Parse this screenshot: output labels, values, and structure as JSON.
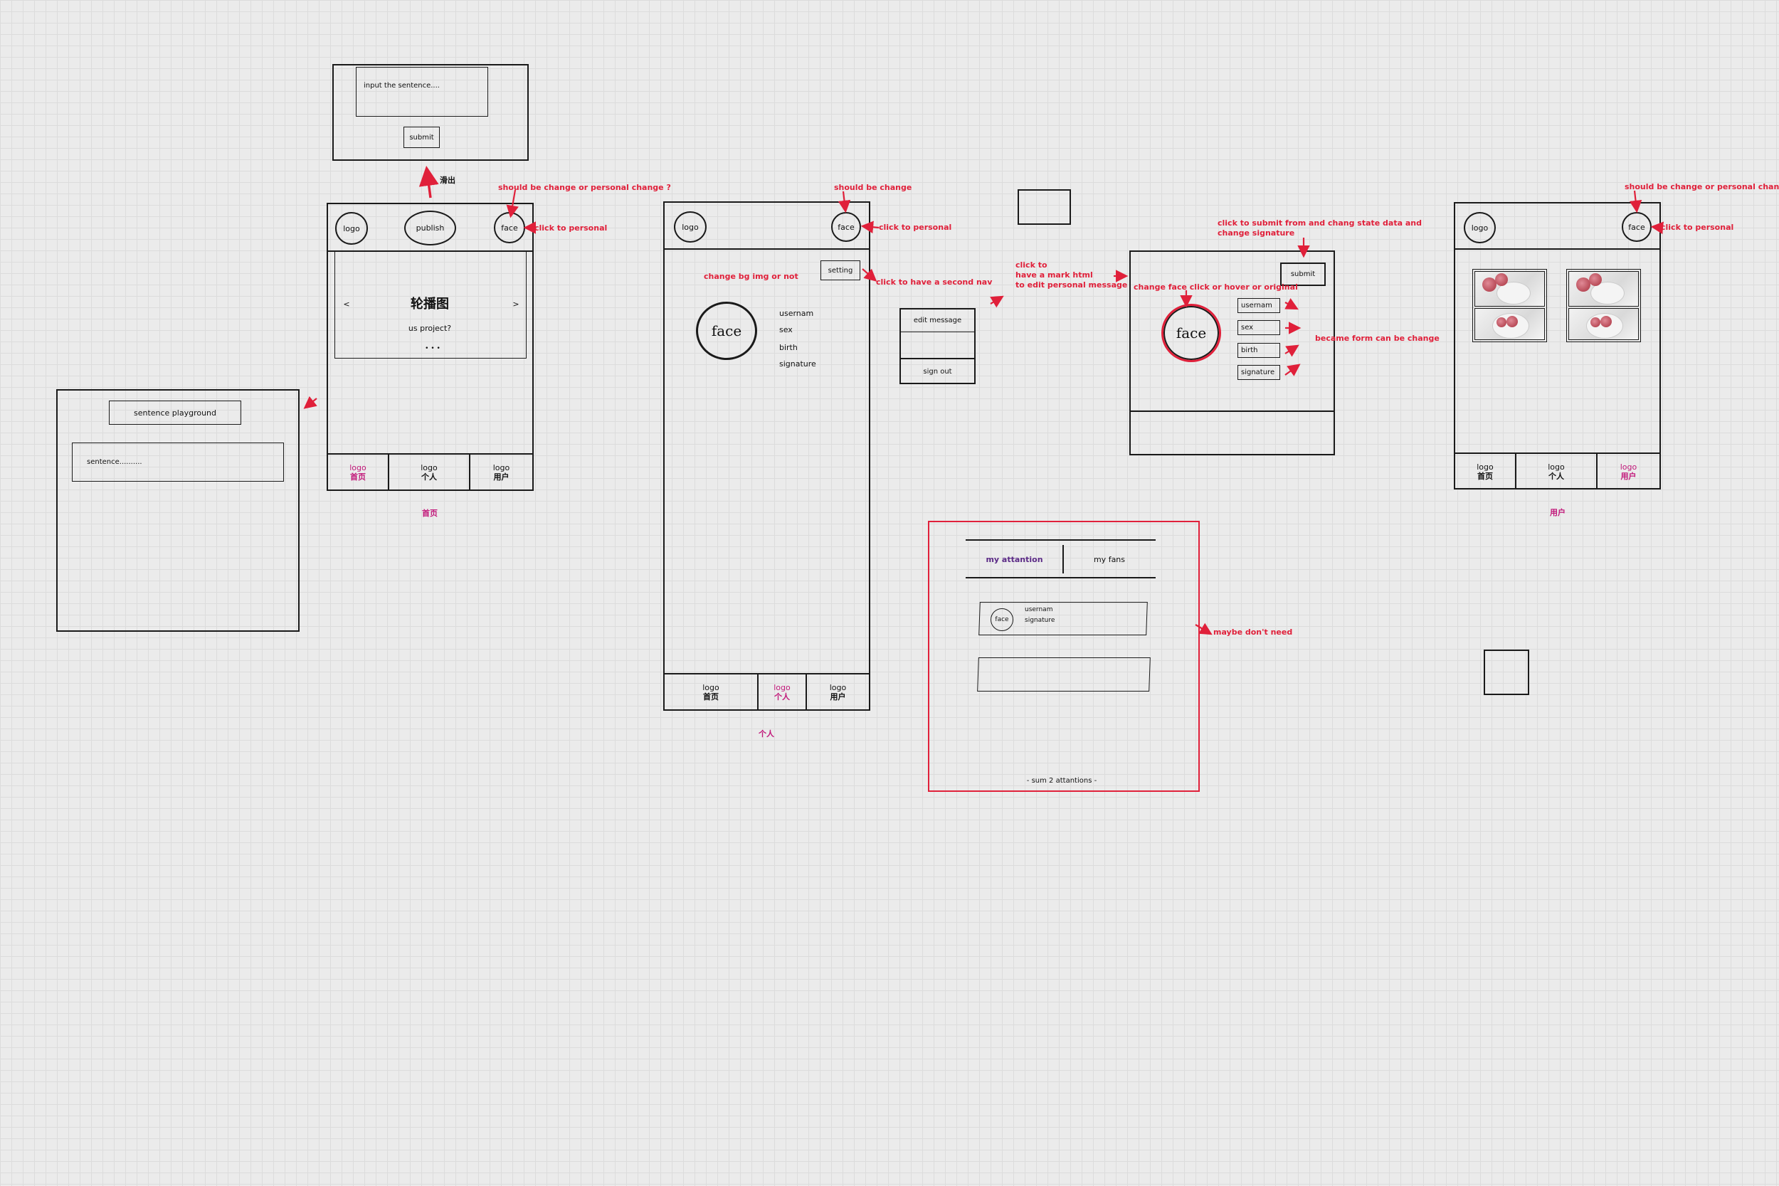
{
  "publish_popup": {
    "input_placeholder": "input the sentence....",
    "submit_label": "submit",
    "slide_label": "滑出"
  },
  "home": {
    "header": {
      "logo": "logo",
      "publish": "publish",
      "face": "face"
    },
    "carousel": {
      "title": "轮播图",
      "subtitle": "us project?",
      "prev": "<",
      "next": ">",
      "dots": "• • •"
    },
    "tabs": [
      {
        "icon": "logo",
        "label": "首页"
      },
      {
        "icon": "logo",
        "label": "个人"
      },
      {
        "icon": "logo",
        "label": "用户"
      }
    ],
    "caption": "首页",
    "note_face": "should be change or personal change ?",
    "note_click": "click to personal"
  },
  "playground": {
    "title": "sentence playground",
    "sentence": "sentence.........."
  },
  "personal": {
    "header": {
      "logo": "logo",
      "face": "face"
    },
    "setting_label": "setting",
    "face_label": "face",
    "info": [
      "usernam",
      "sex",
      "birth",
      "signature"
    ],
    "tabs": [
      {
        "icon": "logo",
        "label": "首页"
      },
      {
        "icon": "logo",
        "label": "个人"
      },
      {
        "icon": "logo",
        "label": "用户"
      }
    ],
    "caption": "个人",
    "note_change": "should be change",
    "note_click": "click to personal",
    "note_bg": "change bg img or not",
    "note_second_nav": "click to have a second nav"
  },
  "second_nav": {
    "edit_label": "edit message",
    "signout_label": "sign out",
    "note_line1": "click to",
    "note_line2": "have a mark html",
    "note_line3": "to edit personal message"
  },
  "edit_form": {
    "submit_label": "submit",
    "face_label": "face",
    "fields": [
      "usernam",
      "sex",
      "birth",
      "signature"
    ],
    "note_submit_1": "click to submit from and chang state data and",
    "note_submit_2": "change signature",
    "note_face": "change face click or hover or original",
    "note_fields": "became form can be change"
  },
  "attention": {
    "tab_attention": "my attantion",
    "tab_fans": "my fans",
    "card_face": "face",
    "card_name": "usernam",
    "card_sig": "signature",
    "footer": "- sum 2 attantions -",
    "note": "maybe don't need"
  },
  "users": {
    "header": {
      "logo": "logo",
      "face": "face"
    },
    "tabs": [
      {
        "icon": "logo",
        "label": "首页"
      },
      {
        "icon": "logo",
        "label": "个人"
      },
      {
        "icon": "logo",
        "label": "用户"
      }
    ],
    "caption": "用户",
    "note_face": "should be change or personal change ?",
    "note_click": "click to personal"
  },
  "colors": {
    "annotation": "#e0203a",
    "active_tab": "#c2187a",
    "ink": "#1a1a1a"
  }
}
